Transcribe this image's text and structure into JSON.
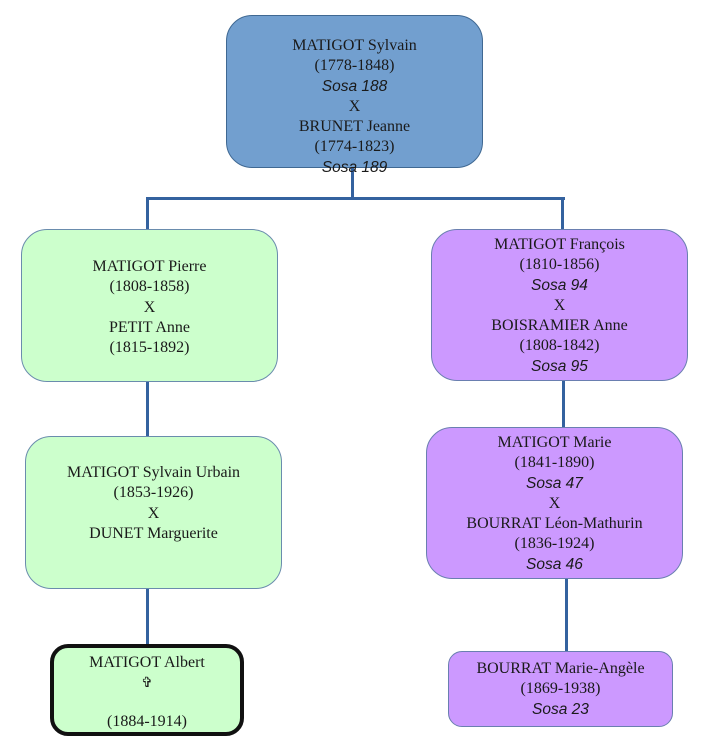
{
  "diagram": {
    "type": "family-tree",
    "connector_color": "#34629f",
    "colors": {
      "root": "#729fcf",
      "paternal_line": "#ccffcc",
      "maternal_line": "#cc99ff",
      "focus_border": "#111111"
    },
    "root": {
      "lines": [
        "MATIGOT Sylvain",
        "(1778-1848)",
        "Sosa 188",
        "X",
        "BRUNET Jeanne",
        "(1774-1823)",
        "Sosa 189"
      ]
    },
    "left_branch": [
      {
        "lines": [
          "MATIGOT Pierre",
          "(1808-1858)",
          "X",
          "PETIT Anne",
          "(1815-1892)"
        ]
      },
      {
        "lines": [
          "MATIGOT Sylvain Urbain",
          "(1853-1926)",
          "X",
          "DUNET Marguerite"
        ]
      },
      {
        "lines": [
          "MATIGOT Albert",
          "✞",
          "",
          "(1884-1914)"
        ]
      }
    ],
    "right_branch": [
      {
        "lines": [
          "MATIGOT François",
          "(1810-1856)",
          "Sosa 94",
          "X",
          "BOISRAMIER Anne",
          "(1808-1842)",
          "Sosa 95"
        ]
      },
      {
        "lines": [
          "MATIGOT Marie",
          "(1841-1890)",
          "Sosa 47",
          "X",
          "BOURRAT Léon-Mathurin",
          "(1836-1924)",
          "Sosa 46"
        ]
      },
      {
        "lines": [
          "BOURRAT Marie-Angèle",
          "(1869-1938)",
          "Sosa 23"
        ]
      }
    ]
  }
}
